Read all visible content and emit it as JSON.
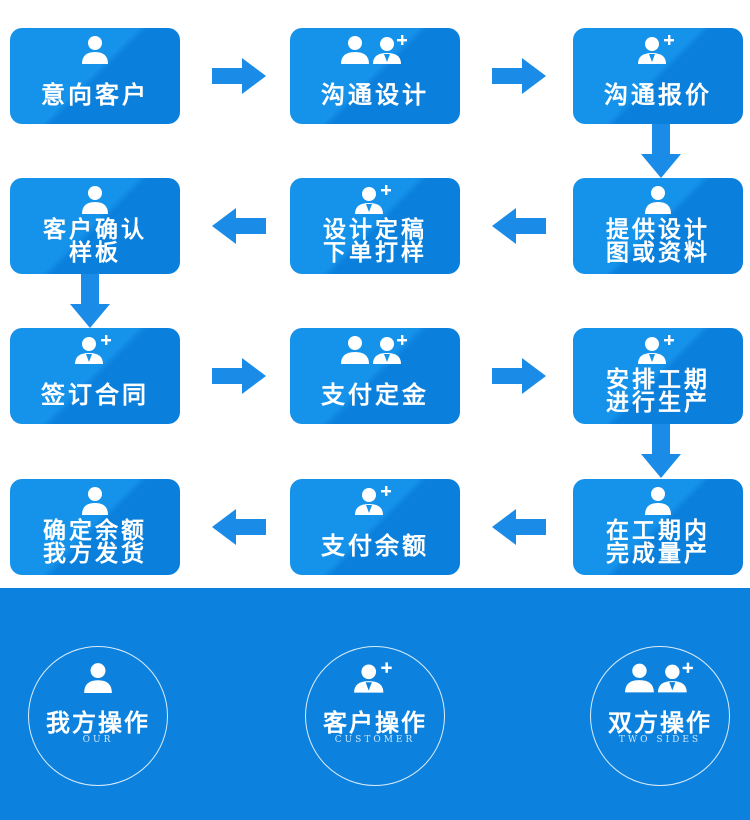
{
  "steps": [
    {
      "label": "意向客户",
      "icon": "person-icon"
    },
    {
      "label": "沟通设计",
      "icon": "two-people-add-icon"
    },
    {
      "label": "沟通报价",
      "icon": "person-add-icon"
    },
    {
      "label": "提供设计\n图或资料",
      "icon": "person-icon"
    },
    {
      "label": "设计定稿\n下单打样",
      "icon": "person-add-icon"
    },
    {
      "label": "客户确认\n样板",
      "icon": "person-icon"
    },
    {
      "label": "签订合同",
      "icon": "person-add-icon"
    },
    {
      "label": "支付定金",
      "icon": "two-people-add-icon"
    },
    {
      "label": "安排工期\n进行生产",
      "icon": "person-add-icon"
    },
    {
      "label": "在工期内\n完成量产",
      "icon": "person-icon"
    },
    {
      "label": "支付余额",
      "icon": "person-add-icon"
    },
    {
      "label": "确定余额\n我方发货",
      "icon": "person-icon"
    }
  ],
  "legend": [
    {
      "title": "我方操作",
      "subtitle": "OUR",
      "icon": "person-icon"
    },
    {
      "title": "客户操作",
      "subtitle": "CUSTOMER",
      "icon": "person-add-icon"
    },
    {
      "title": "双方操作",
      "subtitle": "TWO SIDES",
      "icon": "two-people-add-icon"
    }
  ],
  "colors": {
    "box": "#1592ea",
    "box_dark": "#0a7fdb",
    "arrow": "#1a8ce8",
    "bottom_bg": "#0c82de"
  }
}
